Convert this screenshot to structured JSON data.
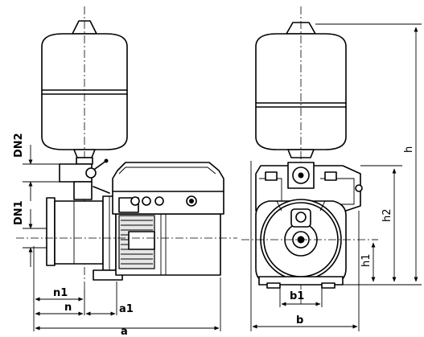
{
  "labels": {
    "dn2": "DN2",
    "dn1": "DN1",
    "n1": "n1",
    "n": "n",
    "a1": "a1",
    "a": "a",
    "b1": "b1",
    "b": "b",
    "h": "h",
    "h2": "h2",
    "h1": "h1"
  }
}
